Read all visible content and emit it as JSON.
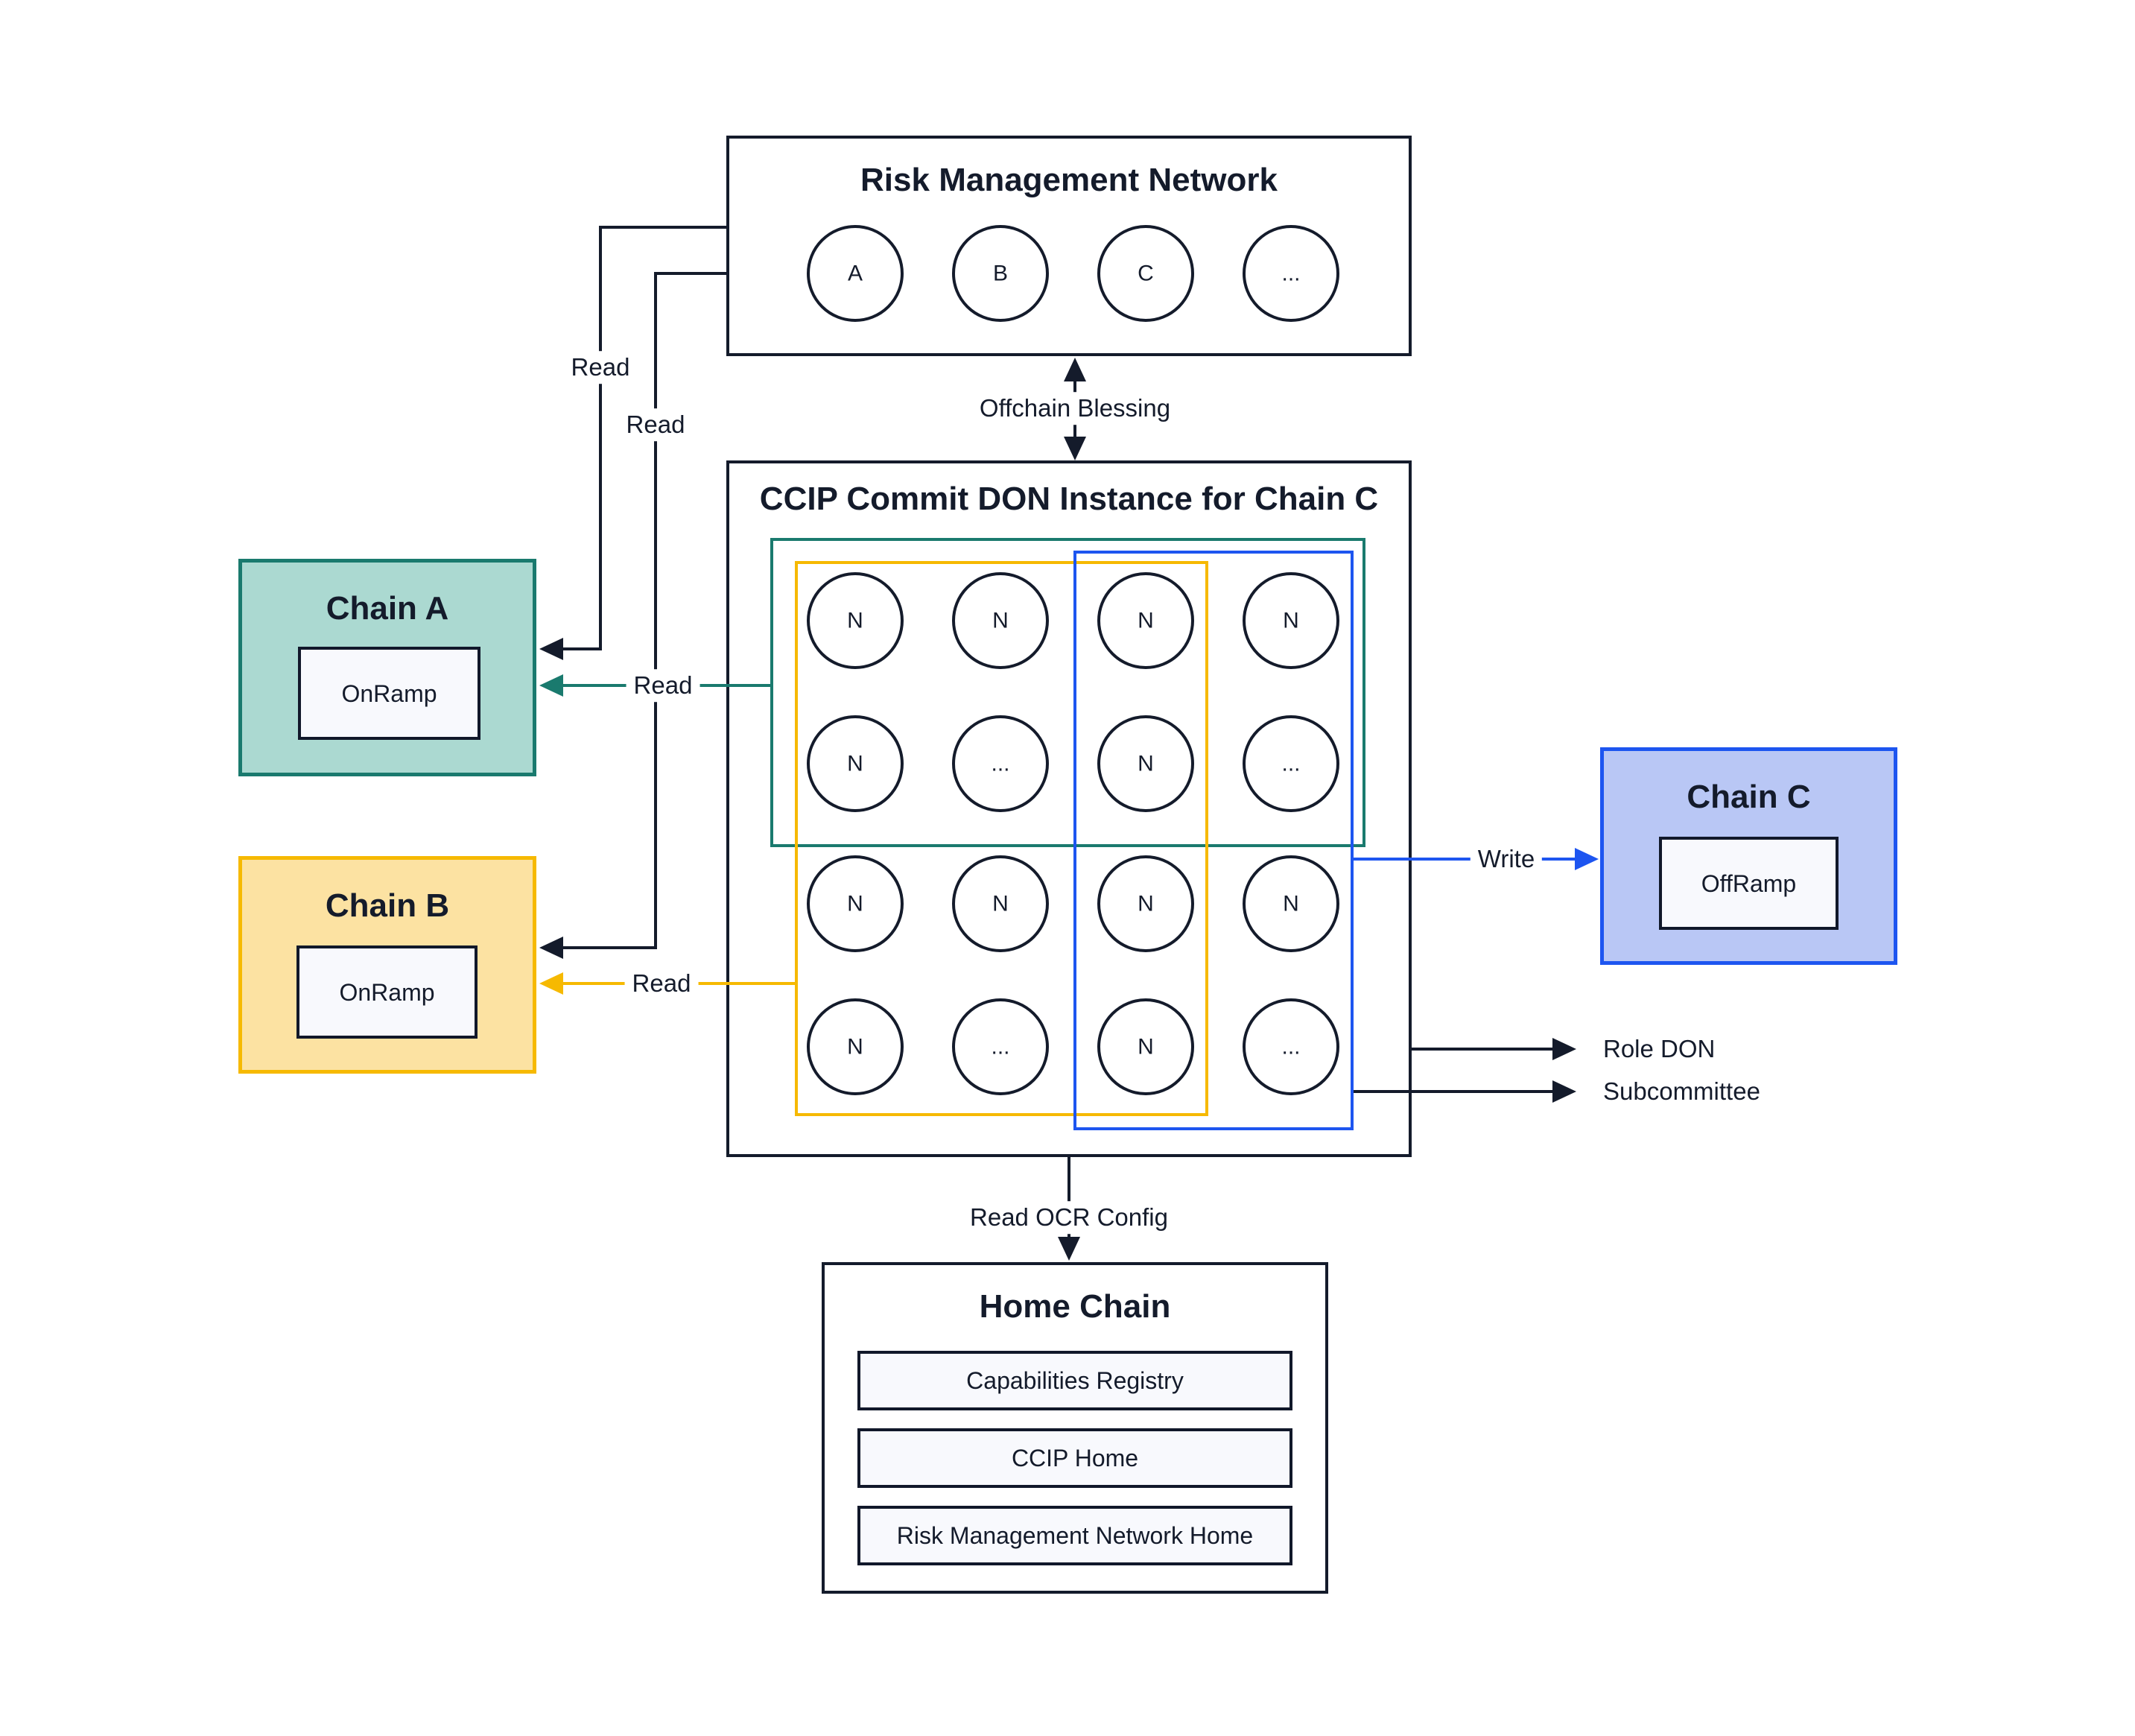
{
  "colors": {
    "ink": "#141B2B",
    "teal": "#1A7A6E",
    "teal_fill": "#ABD9D1",
    "yellow": "#F6B901",
    "yellow_fill": "#FCE2A2",
    "blue": "#1D55F0",
    "blue_fill": "#B9C7F5",
    "contract_fill": "#F8F9FD"
  },
  "rmn": {
    "title": "Risk Management Network",
    "nodes": [
      "A",
      "B",
      "C",
      "..."
    ]
  },
  "ccip": {
    "title": "CCIP Commit DON Instance for Chain C",
    "grid": [
      [
        "N",
        "N",
        "N",
        "N"
      ],
      [
        "N",
        "...",
        "N",
        "..."
      ],
      [
        "N",
        "N",
        "N",
        "N"
      ],
      [
        "N",
        "...",
        "N",
        "..."
      ]
    ]
  },
  "chain_a": {
    "title": "Chain A",
    "contract": "OnRamp"
  },
  "chain_b": {
    "title": "Chain B",
    "contract": "OnRamp"
  },
  "chain_c": {
    "title": "Chain C",
    "contract": "OffRamp"
  },
  "home": {
    "title": "Home Chain",
    "contracts": [
      "Capabilities Registry",
      "CCIP Home",
      "Risk Management Network Home"
    ]
  },
  "labels": {
    "read": "Read",
    "offchain_blessing": "Offchain Blessing",
    "write": "Write",
    "role_don": "Role DON",
    "subcommittee": "Subcommittee",
    "read_ocr_config": "Read OCR Config"
  }
}
